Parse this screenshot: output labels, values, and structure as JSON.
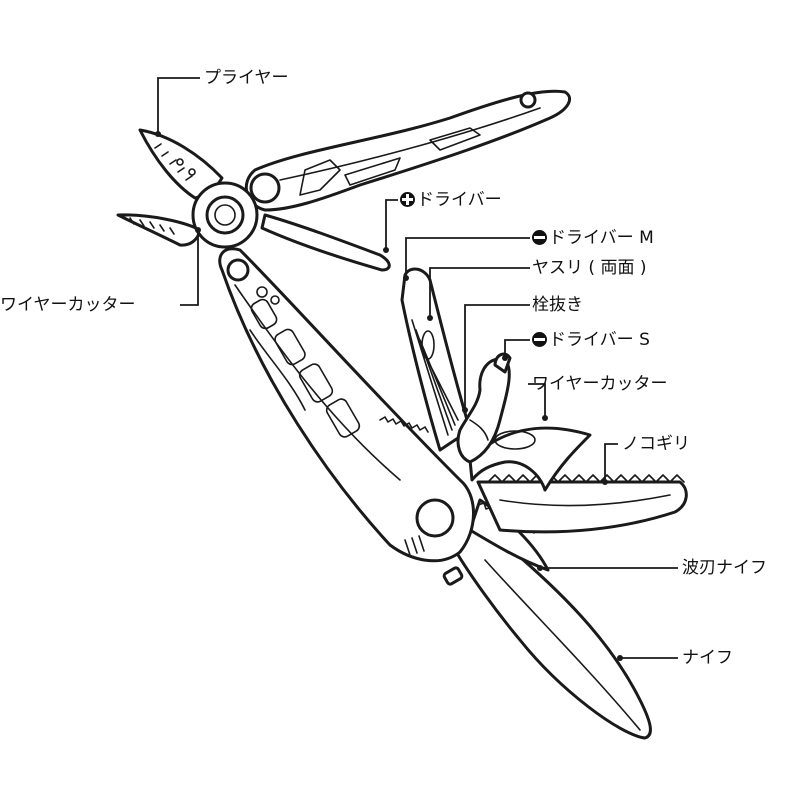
{
  "labels": {
    "pliers": "プライヤー",
    "driver_phillips": "ドライバー",
    "driver_m": "ドライバー M",
    "file": "ヤスリ ( 両面 )",
    "bottle_opener": "栓抜き",
    "driver_s": "ドライバー S",
    "wire_cutter_right": "ワイヤーカッター",
    "wire_cutter_left": "ワイヤーカッター",
    "saw": "ノコギリ",
    "serrated_knife": "波刃ナイフ",
    "knife": "ナイフ"
  },
  "icons": {
    "driver_phillips": "phillips-screwdriver-icon",
    "driver_m": "flathead-screwdriver-icon",
    "driver_s": "flathead-screwdriver-icon"
  },
  "colors": {
    "line": "#1a1a1a",
    "background": "#ffffff"
  }
}
